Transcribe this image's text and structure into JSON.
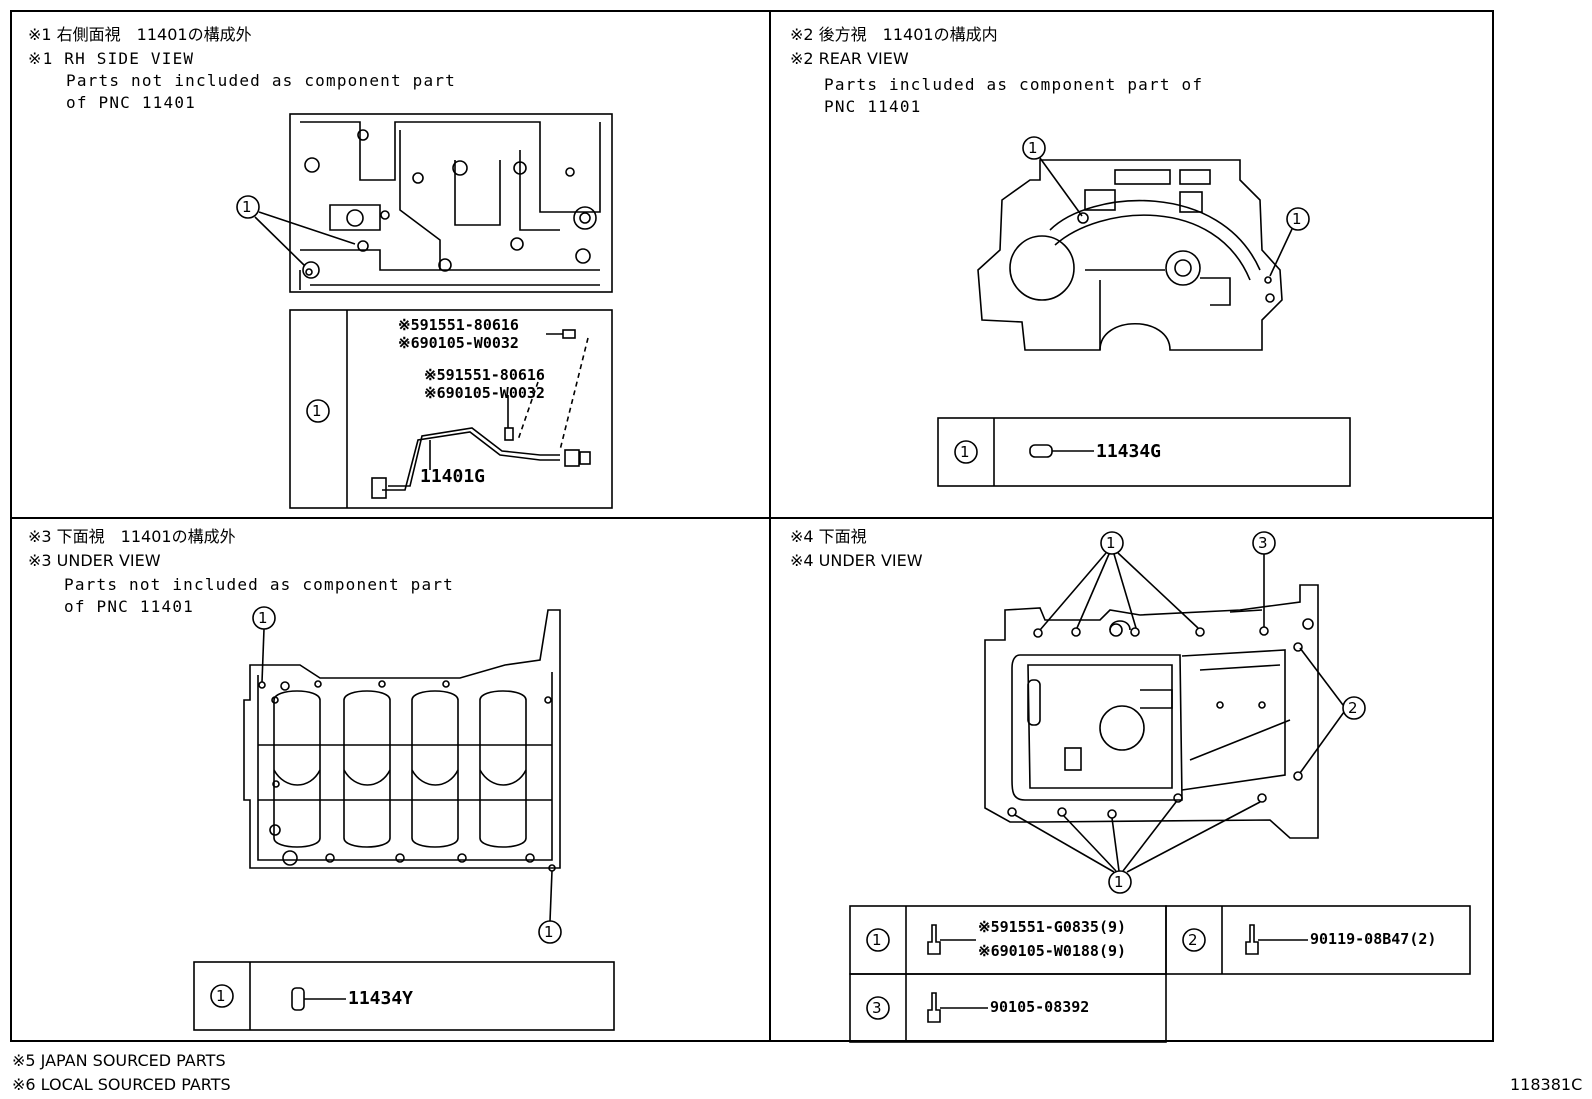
{
  "panels": {
    "p1": {
      "title_jp": "※1 右側面視　11401の構成外",
      "title_en": "※1 RH SIDE VIEW",
      "desc_line1": "Parts not included as component part",
      "desc_line2": "of PNC 11401",
      "callout": "1",
      "legend_marker": "1",
      "part_main": "11401G",
      "part_a1": "※591551-80616",
      "part_a2": "※690105-W0032",
      "part_b1": "※591551-80616",
      "part_b2": "※690105-W0032"
    },
    "p2": {
      "title_jp": "※2 後方視　11401の構成内",
      "title_en": "※2 REAR VIEW",
      "desc_line1": "Parts included as component part of",
      "desc_line2": "PNC 11401",
      "callout": "1",
      "legend_marker": "1",
      "part": "11434G"
    },
    "p3": {
      "title_jp": "※3 下面視　11401の構成外",
      "title_en": "※3 UNDER VIEW",
      "desc_line1": "Parts not included as component part",
      "desc_line2": "of PNC 11401",
      "callout": "1",
      "legend_marker": "1",
      "part": "11434Y"
    },
    "p4": {
      "title_jp": "※4 下面視",
      "title_en": "※4 UNDER VIEW",
      "callout1": "1",
      "callout2": "2",
      "callout3": "3",
      "legend1_marker": "1",
      "legend1_part_a": "※591551-G0835(9)",
      "legend1_part_b": "※690105-W0188(9)",
      "legend2_marker": "2",
      "legend2_part": "90119-08B47(2)",
      "legend3_marker": "3",
      "legend3_part": "90105-08392"
    }
  },
  "footer": {
    "note5": "※5 JAPAN SOURCED PARTS",
    "note6": "※6 LOCAL SOURCED PARTS",
    "diagram_id": "118381C"
  }
}
